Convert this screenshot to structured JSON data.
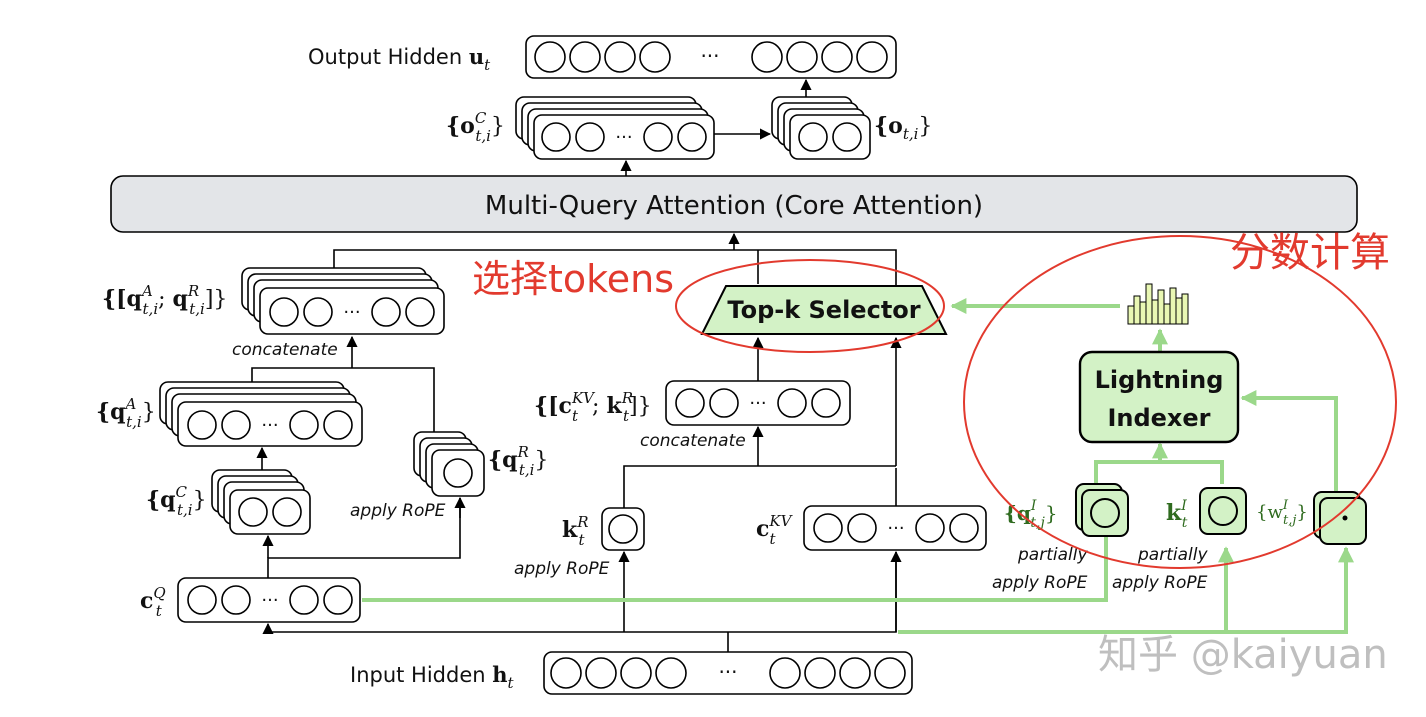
{
  "colors": {
    "accent_red": "#e23a2e",
    "green_box": "#d3f2c6",
    "green_line": "#9bd88a",
    "attn_bar": "#e3e5e8"
  },
  "labels": {
    "output_hidden": "Output Hidden",
    "output_hidden_sym": "u",
    "output_hidden_sub": "t",
    "input_hidden": "Input Hidden",
    "input_hidden_sym": "h",
    "input_hidden_sub": "t",
    "attention": "Multi-Query Attention (Core Attention)",
    "topk": "Top-k Selector",
    "indexer_line1": "Lightning",
    "indexer_line2": "Indexer",
    "o_c": "{o",
    "o_c_sup": "C",
    "o_c_sub": "t,i",
    "o": "{o",
    "o_sub": "t,i",
    "q_concat": "{[q",
    "q_concat_sup_a": "A",
    "q_concat_sub_a": "t,i",
    "q_concat_sup_r": "R",
    "q_concat_sub_r": "t,i",
    "q_a": "{q",
    "q_a_sup": "A",
    "q_a_sub": "t,i",
    "q_r": "{q",
    "q_r_sup": "R",
    "q_r_sub": "t,i",
    "q_c": "{q",
    "q_c_sup": "C",
    "q_c_sub": "t,i",
    "c_q": "c",
    "c_q_sup": "Q",
    "c_q_sub": "t",
    "kv_concat": "{[c",
    "kv_concat_sup_kv": "KV",
    "kv_concat_sub": "t",
    "kv_concat_sup_r": "R",
    "k_r": "k",
    "k_r_sup": "R",
    "k_r_sub": "t",
    "c_kv": "c",
    "c_kv_sup": "KV",
    "c_kv_sub": "t",
    "q_i": "{q",
    "q_i_sup": "I",
    "q_i_sub": "t,j",
    "k_i": "k",
    "k_i_sup": "I",
    "k_i_sub": "t",
    "w_i": "{w",
    "w_i_sup": "I",
    "w_i_sub": "t,j",
    "concatenate": "concatenate",
    "apply_rope": "apply RoPE",
    "partially": "partially",
    "dots": "···"
  },
  "annotations": {
    "select_tokens": "选择tokens",
    "score_calc": "分数计算"
  },
  "watermark": "知乎 @kaiyuan",
  "histogram": [
    0.45,
    0.7,
    0.55,
    1.0,
    0.6,
    0.85,
    0.5,
    0.9,
    0.65,
    0.75
  ]
}
